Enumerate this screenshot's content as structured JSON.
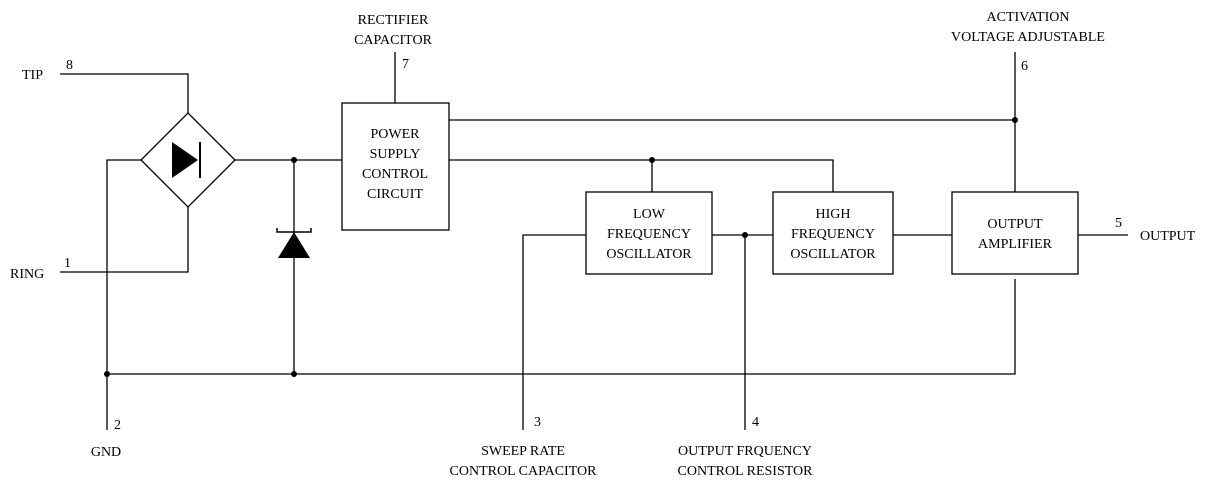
{
  "pins": {
    "tip": {
      "number": "8",
      "label": "TIP"
    },
    "ring": {
      "number": "1",
      "label": "RING"
    },
    "gnd": {
      "number": "2",
      "label": "GND"
    },
    "sweep": {
      "number": "3",
      "label_line1": "SWEEP RATE",
      "label_line2": "CONTROL CAPACITOR"
    },
    "ofr": {
      "number": "4",
      "label_line1": "OUTPUT FRQUENCY",
      "label_line2": "CONTROL RESISTOR"
    },
    "output": {
      "number": "5",
      "label": "OUTPUT"
    },
    "activation": {
      "number": "6",
      "label_line1": "ACTIVATION",
      "label_line2": "VOLTAGE ADJUSTABLE"
    },
    "rectifier": {
      "number": "7",
      "label_line1": "RECTIFIER",
      "label_line2": "CAPACITOR"
    }
  },
  "blocks": {
    "power_supply": {
      "line1": "POWER",
      "line2": "SUPPLY",
      "line3": "CONTROL",
      "line4": "CIRCUIT"
    },
    "low_osc": {
      "line1": "LOW",
      "line2": "FREQUENCY",
      "line3": "OSCILLATOR"
    },
    "high_osc": {
      "line1": "HIGH",
      "line2": "FREQUENCY",
      "line3": "OSCILLATOR"
    },
    "output_amp": {
      "line1": "OUTPUT",
      "line2": "AMPLIFIER"
    }
  }
}
